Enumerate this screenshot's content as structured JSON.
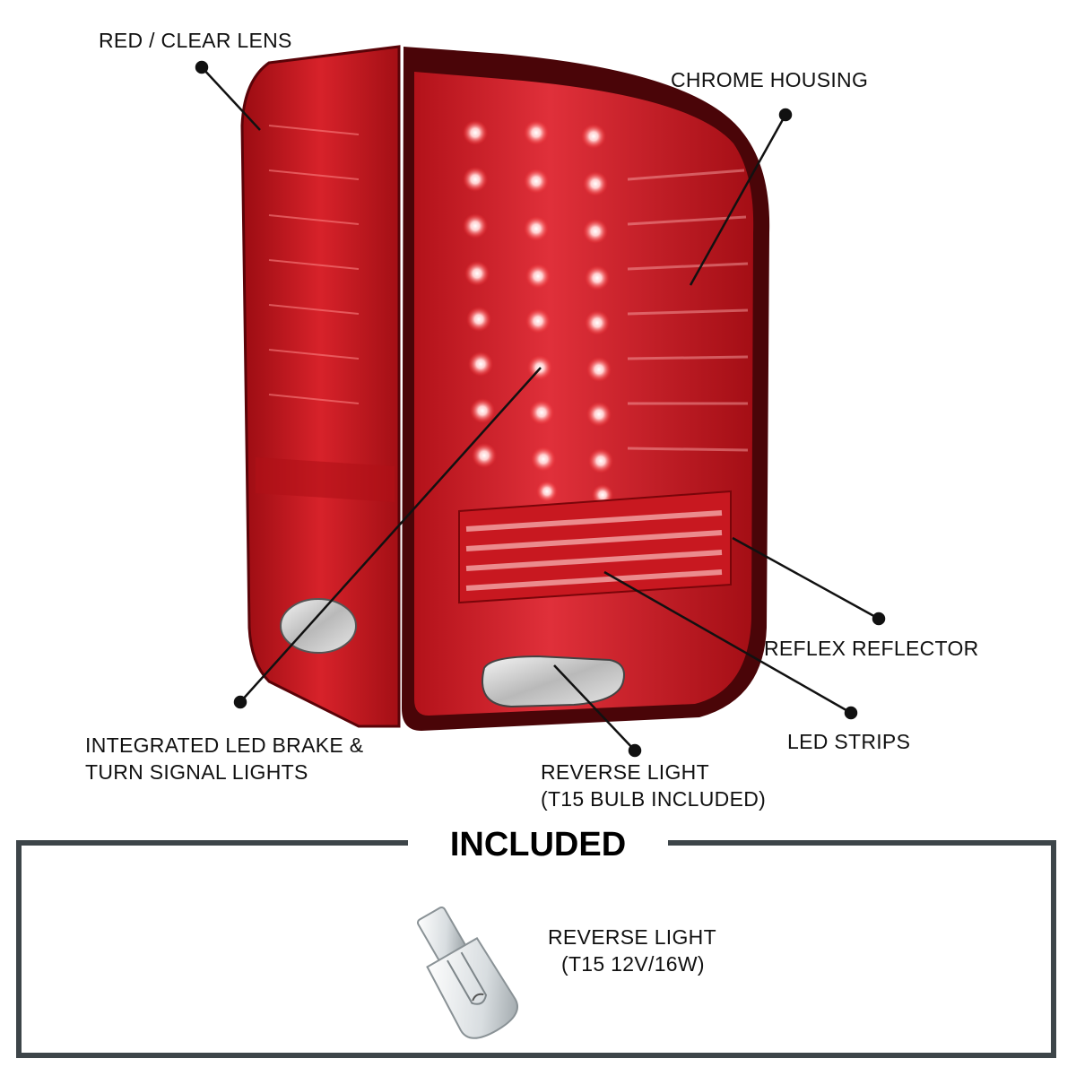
{
  "callouts": {
    "red_clear_lens": "RED / CLEAR LENS",
    "chrome_housing": "CHROME HOUSING",
    "integrated_led_line1": "INTEGRATED LED BRAKE &",
    "integrated_led_line2": "TURN SIGNAL LIGHTS",
    "reverse_light_line1": "REVERSE LIGHT",
    "reverse_light_line2": "(T15 BULB INCLUDED)",
    "reflex_reflector": "REFLEX REFLECTOR",
    "led_strips": "LED STRIPS"
  },
  "included": {
    "title": "INCLUDED",
    "item_line1": "REVERSE LIGHT",
    "item_line2": "(T15 12V/16W)"
  },
  "colors": {
    "lens_red": "#c8141c",
    "frame_dark": "#3d4549"
  }
}
